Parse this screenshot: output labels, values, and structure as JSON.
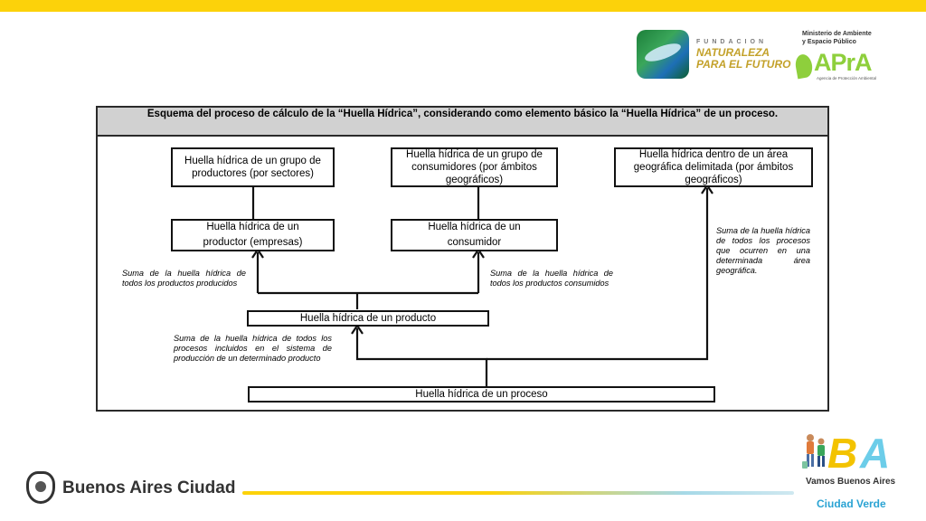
{
  "header": {
    "fundacion_label": "FUNDACION",
    "naturaleza_label": "NATURALEZA",
    "para_el_futuro_label": "PARA EL FUTURO",
    "ministerio_line1": "Ministerio de Ambiente",
    "ministerio_line2": "y Espacio Público",
    "apra_label": "APrA",
    "apra_sub": "Agencia de Protección Ambiental"
  },
  "diagram": {
    "title": "Esquema del proceso de cálculo de la “Huella Hídrica”, considerando como elemento básico la “Huella Hídrica” de un proceso.",
    "boxes": {
      "grupo_productores": "Huella hídrica de un grupo de productores (por sectores)",
      "grupo_consumidores": "Huella hídrica de un grupo de consumidores (por ámbitos geográficos)",
      "area_geografica": "Huella hídrica dentro de un área geográfica delimitada (por ámbitos geográficos)",
      "productor": "Huella hídrica de un productor (empresas)",
      "consumidor": "Huella hídrica de un consumidor",
      "producto": "Huella hídrica de un producto",
      "proceso": "Huella hídrica de un proceso"
    },
    "notes": {
      "productos_producidos": "Suma de la huella hídrica de todos los productos producidos",
      "productos_consumidos": "Suma de la huella hídrica de todos los productos consumidos",
      "procesos_area": "Suma de la huella hídrica de todos los procesos que ocurren en una determinada área geográfica.",
      "procesos_producto": "Suma de la huella hídrica de todos los procesos incluidos en el sistema de producción de un determinado producto"
    }
  },
  "footer": {
    "city_name": "Buenos Aires Ciudad",
    "ba_logo_b": "B",
    "ba_logo_a": "A",
    "vamos_label": "Vamos Buenos Aires",
    "ciudad_verde_label": "Ciudad Verde"
  },
  "colors": {
    "top_bar": "#fcd20a",
    "diagram_header_bg": "#d1d1d1",
    "apra_green": "#8ecf3c",
    "ciudad_verde_blue": "#2aa3d3"
  }
}
